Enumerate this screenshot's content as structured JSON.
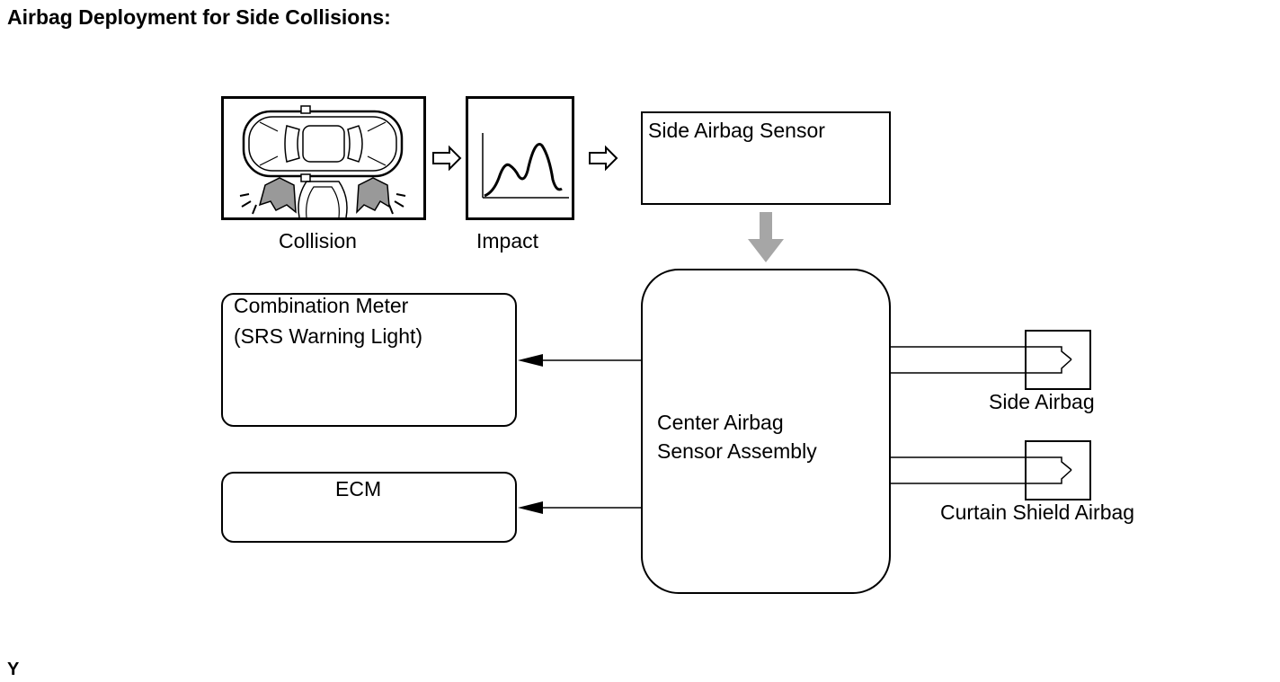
{
  "title": "Airbag Deployment for Side Collisions:",
  "labels": {
    "collision": "Collision",
    "impact": "Impact",
    "side_airbag_sensor": "Side Airbag Sensor",
    "combination_meter_line1": "Combination Meter",
    "combination_meter_line2": "(SRS Warning Light)",
    "ecm": "ECM",
    "center_sensor_line1": "Center Airbag",
    "center_sensor_line2": "Sensor Assembly",
    "side_airbag": "Side Airbag",
    "curtain_shield_airbag": "Curtain Shield Airbag"
  },
  "footer_code": "Y",
  "colors": {
    "line": "#000000",
    "signal_arrow": "#a6a6a6",
    "impact_fill": "#999999"
  },
  "icons": [
    "car-topview-icon",
    "impact-waveform-icon",
    "hollow-arrow-icon",
    "squib-icon"
  ]
}
